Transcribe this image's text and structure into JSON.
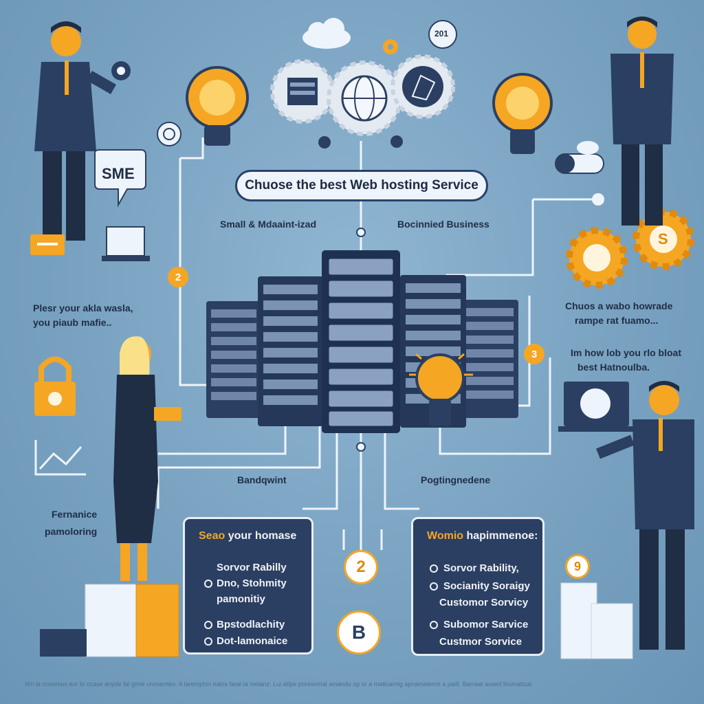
{
  "title": "Chuose the best Web hosting Service",
  "labels": {
    "left_top": "Small & Mdaaint-izad",
    "right_top": "Bocinnied Business",
    "left_mid_1": "Plesr your akla wasla,",
    "left_mid_2": "you piaub mafie..",
    "right_mid_1": "Chuos a wabo howrade",
    "right_mid_2": "rampe rat fuamo...",
    "right_mid_3": "Im how lob you rlo bloat",
    "right_mid_4": "best Hatnoulba.",
    "bandwidth": "Bandqwint",
    "performance": "Pogtingnedene",
    "left_low_1": "Fernanice",
    "left_low_2": "pamoloring",
    "speech": "SME",
    "calendar": "201"
  },
  "left_panel": {
    "title_highlight": "Seao",
    "title_rest": " your homase",
    "items": [
      "Sorvor Rabilly",
      "Dno, Stohmity",
      "pamonitiy",
      "Bpstodlachity",
      "Dot-lamonaice"
    ]
  },
  "right_panel": {
    "title_highlight": "Womio",
    "title_rest": " hapimmenoe:",
    "items": [
      "Sorvor Rability,",
      "Socianity Soraigy",
      "Customor Sorvicy",
      "Subomor  Sarvice",
      "Custmor Sorvice"
    ]
  },
  "badges": {
    "b_left": "2",
    "b_right": "3",
    "b_center": "2",
    "b_bottom": "B",
    "b_side": "9",
    "coin": "S"
  },
  "footer": "Wn la cnnumus eur to ccase anyde fal gime unmamtes. A laremphin ealos faral la melanz. Lui atlpe poresnmal amandu op ur a matluarnig apnamaterns a padl. Barraat aused foumatizal.",
  "colors": {
    "accent": "#f5a623",
    "navy": "#2b3f62",
    "bg": "#7aa4c3"
  }
}
